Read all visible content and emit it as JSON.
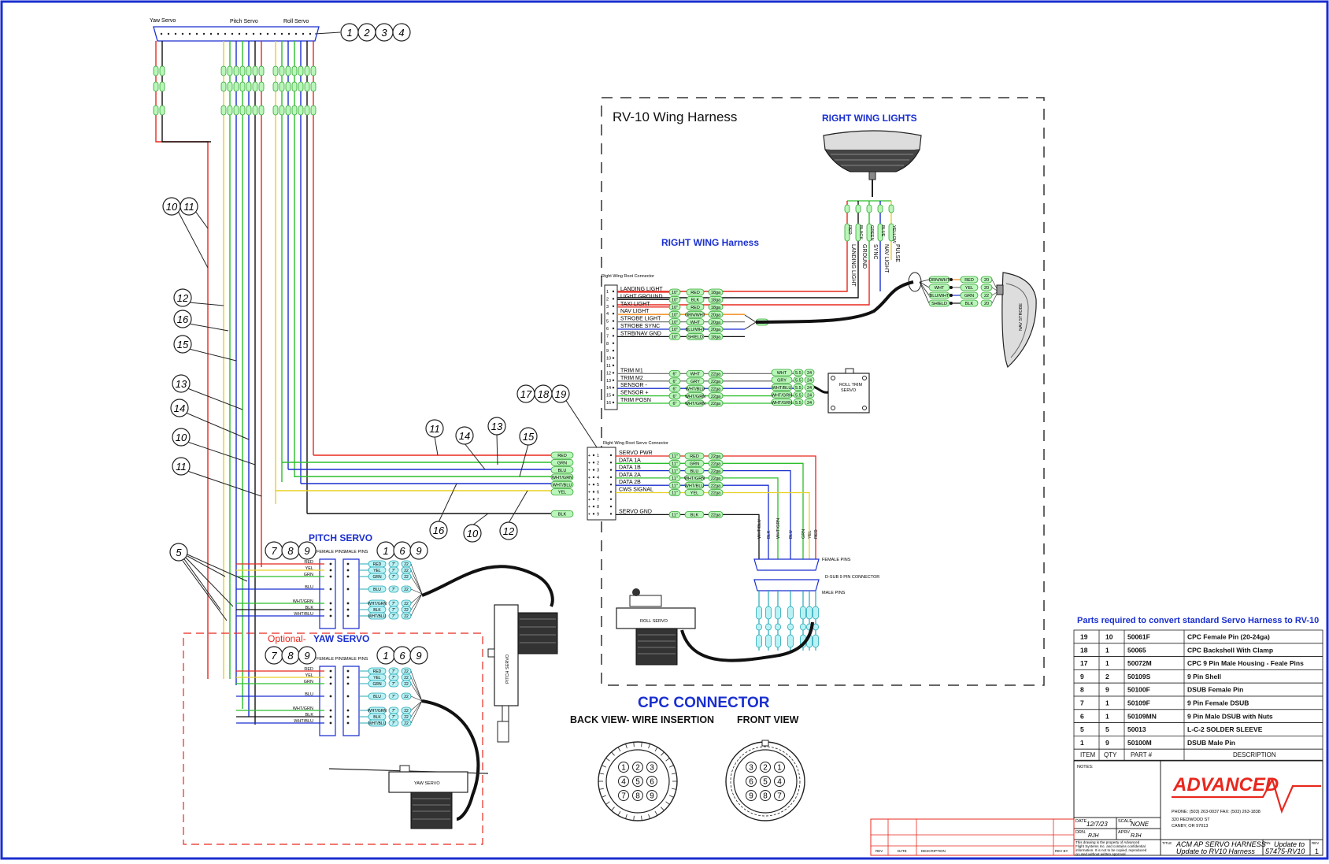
{
  "connector_top": {
    "yaw_label": "Yaw Servo",
    "pitch_label": "Pitch Servo",
    "roll_label": "Roll Servo"
  },
  "top_callouts": [
    "1",
    "2",
    "3",
    "4"
  ],
  "wing_title": "RV-10 Wing Harness",
  "right_wing_lights": "RIGHT WING LIGHTS",
  "right_wing_harness": "RIGHT WING Harness",
  "root_connector_label": "Right Wing Root Connector",
  "root_pins": [
    {
      "pin": "1",
      "name": "LANDING LIGHT",
      "color": "RED",
      "gauge": "18ga"
    },
    {
      "pin": "2",
      "name": "LIGHT GROUND",
      "color": "BLK",
      "gauge": "18ga"
    },
    {
      "pin": "3",
      "name": "TAXI LIGHT",
      "color": "RED",
      "gauge": "18ga"
    },
    {
      "pin": "4",
      "name": "NAV LIGHT",
      "color": "ORN/WHT",
      "gauge": "20ga"
    },
    {
      "pin": "5",
      "name": "STROBE LIGHT",
      "color": "WHT",
      "gauge": "20ga"
    },
    {
      "pin": "6",
      "name": "STROBE SYNC",
      "color": "BLU/WHT",
      "gauge": "20ga"
    },
    {
      "pin": "7",
      "name": "STRB/NAV GND",
      "color": "SHIELD",
      "gauge": "18ga"
    },
    {
      "pin": "8",
      "name": "",
      "color": "",
      "gauge": ""
    },
    {
      "pin": "9",
      "name": "",
      "color": "",
      "gauge": ""
    },
    {
      "pin": "10",
      "name": "",
      "color": "",
      "gauge": ""
    },
    {
      "pin": "11",
      "name": "",
      "color": "",
      "gauge": ""
    },
    {
      "pin": "12",
      "name": "TRIM M1",
      "color": "WHT",
      "gauge": "22ga"
    },
    {
      "pin": "13",
      "name": "TRIM M2",
      "color": "GRY",
      "gauge": "22ga"
    },
    {
      "pin": "14",
      "name": "SENSOR -",
      "color": "WHT/BLU",
      "gauge": "22ga"
    },
    {
      "pin": "15",
      "name": "SENSOR +",
      "color": "WHT/GRN",
      "gauge": "22ga"
    },
    {
      "pin": "16",
      "name": "TRIM POSN",
      "color": "WHT/GRN",
      "gauge": "22ga"
    }
  ],
  "root_length": "10\"",
  "trim_length": "6\"",
  "light_vertical_labels": [
    "LANDING LIGHT",
    "GROUND",
    "SYNC",
    "NAV LIGHT",
    "PULSE"
  ],
  "light_vertical_colors": [
    "RED",
    "BLACK",
    "GREEN",
    "BLUE",
    "YELLOW"
  ],
  "strobe_wires": [
    "ORN/WHT",
    "WHT",
    "BLU/WHT",
    "SHIELD"
  ],
  "strobe_right": [
    "RED",
    "YEL",
    "GRN",
    "BLK"
  ],
  "strobe_gauges": [
    "20",
    "20",
    "22",
    "20"
  ],
  "nav_strobe_label": "NAV STROBE",
  "trim_servo_label": "ROLL TRIM SERVO",
  "trim_right": [
    "WHT",
    "GRY",
    "WHT/BLU",
    "WHT/GRN",
    "WHT/GRN"
  ],
  "trim_mid": [
    "5.5",
    "5.5",
    "5.5",
    "5.5",
    "5.5"
  ],
  "trim_end": [
    "24",
    "24",
    "24",
    "24",
    "24"
  ],
  "servo_conn_label": "Right Wing Root Servo Connector",
  "servo_pins": [
    {
      "pin": "1",
      "name": "SERVO PWR",
      "color": "RED",
      "left": "RED"
    },
    {
      "pin": "2",
      "name": "DATA 1A",
      "color": "GRN",
      "left": "GRN"
    },
    {
      "pin": "3",
      "name": "DATA 1B",
      "color": "BLU",
      "left": "BLU"
    },
    {
      "pin": "4",
      "name": "DATA 2A",
      "color": "WHT/GRN",
      "left": "WHT/GRN"
    },
    {
      "pin": "5",
      "name": "DATA 2B",
      "color": "WHT/BLU",
      "left": "WHT/BLU"
    },
    {
      "pin": "6",
      "name": "CWS SIGNAL",
      "color": "YEL",
      "left": "YEL"
    },
    {
      "pin": "7",
      "name": "",
      "color": "",
      "left": ""
    },
    {
      "pin": "8",
      "name": "",
      "color": "",
      "left": ""
    },
    {
      "pin": "9",
      "name": "SERVO GND",
      "color": "BLK",
      "left": "BLK"
    }
  ],
  "servo_length": "11\"",
  "servo_gauge": "22ga",
  "callouts_mid": [
    "11",
    "14",
    "13",
    "15",
    "16",
    "10",
    "12"
  ],
  "callouts_conn": [
    "17",
    "18",
    "19"
  ],
  "callouts_left": [
    "10",
    "11",
    "12",
    "16",
    "15",
    "13",
    "14",
    "10",
    "11"
  ],
  "callout_5": "5",
  "pitch_servo_label": "PITCH SERVO",
  "yaw_servo_label": "YAW SERVO",
  "optional_label": "Optional-",
  "female_pins": "FEMALE PINS",
  "male_pins": "MALE PINS",
  "callouts_servo_a": [
    "7",
    "8",
    "9"
  ],
  "callouts_servo_b": [
    "1",
    "6",
    "9"
  ],
  "servo_wires": [
    "RED",
    "YEL",
    "GRN",
    "BLU",
    "WHT/GRN",
    "BLK",
    "WHT/BLU"
  ],
  "servo_pill_len": "7\"",
  "servo_pill_ga": "22",
  "pitch_servo_body": "PITCH SERVO",
  "yaw_servo_body": "YAW SERVO",
  "roll_servo_body": "ROLL SERVO",
  "dsub_female": "FEMALE PINS",
  "dsub_conn": "D-SUB 9 PIN CONNECTOR",
  "dsub_male": "MALE PINS",
  "dsub_vertical": [
    "WHT/BLU",
    "BLK",
    "WHT/GRN",
    "BLU",
    "GRN",
    "YEL",
    "RED"
  ],
  "cpc_title": "CPC CONNECTOR",
  "cpc_back": "BACK VIEW- WIRE INSERTION",
  "cpc_front": "FRONT VIEW",
  "cpc_back_pins": [
    "1",
    "2",
    "3",
    "4",
    "5",
    "6",
    "7",
    "8",
    "9"
  ],
  "cpc_front_pins": [
    "3",
    "2",
    "1",
    "6",
    "5",
    "4",
    "9",
    "8",
    "7"
  ],
  "bom_title": "Parts required to convert standard Servo Harness to RV-10",
  "bom_rows": [
    {
      "item": "19",
      "qty": "10",
      "part": "50061F",
      "desc": "CPC Female Pin (20-24ga)"
    },
    {
      "item": "18",
      "qty": "1",
      "part": "50065",
      "desc": "CPC Backshell With Clamp"
    },
    {
      "item": "17",
      "qty": "1",
      "part": "50072M",
      "desc": "CPC 9 Pin Male Housing - Feale Pins"
    },
    {
      "item": "9",
      "qty": "2",
      "part": "50109S",
      "desc": "9 Pin Shell"
    },
    {
      "item": "8",
      "qty": "9",
      "part": "50100F",
      "desc": "DSUB Female Pin"
    },
    {
      "item": "7",
      "qty": "1",
      "part": "50109F",
      "desc": "9 Pin Female DSUB"
    },
    {
      "item": "6",
      "qty": "1",
      "part": "50109MN",
      "desc": "9 Pin Male DSUB with Nuts"
    },
    {
      "item": "5",
      "qty": "5",
      "part": "50013",
      "desc": "L-C-2 SOLDER SLEEVE"
    },
    {
      "item": "1",
      "qty": "9",
      "part": "50100M",
      "desc": "DSUB Male Pin"
    }
  ],
  "bom_header": {
    "item": "ITEM",
    "qty": "QTY",
    "part": "PART #",
    "desc": "DESCRIPTION"
  },
  "title_block": {
    "notes": "NOTES:",
    "logo": "ADVANCED",
    "phone": "PHONE: (503) 263-0037  FAX: (503) 263-1838",
    "addr1": "320 REDWOOD ST",
    "addr2": "CANBY, OR 97013",
    "date_label": "DATE",
    "date": "12/7/23",
    "scale_label": "SCALE",
    "scale": "NONE",
    "drn_label": "DRN.",
    "drn": "RJH",
    "apv_label": "APRV.",
    "apv": "RJH",
    "prop1": "This drawing is the property of Advanced",
    "prop2": "Flight Systems Inc. and contains confidential",
    "prop3": "information. It is not to be copied, reproduced",
    "prop4": "or used without written approval.",
    "title_label": "TITLE",
    "title1": "ACM AP SERVO HARNESS",
    "title2": "Update to RV10 Harness",
    "pn_label": "P/N",
    "pn1": "Update to",
    "pn2": "57475-RV10",
    "rev_label": "REV",
    "rev": "1",
    "rev_col": "REV",
    "date_col": "DATE",
    "desc_col": "DESCRIPTION",
    "revby_col": "REV BY"
  },
  "colors": {
    "red": "#e8281e",
    "green": "#2bbf2b",
    "blue": "#1a2fd0",
    "yellow": "#e8d020",
    "black": "#111111",
    "orange": "#f08a1a",
    "border": "#1a2fd0"
  }
}
